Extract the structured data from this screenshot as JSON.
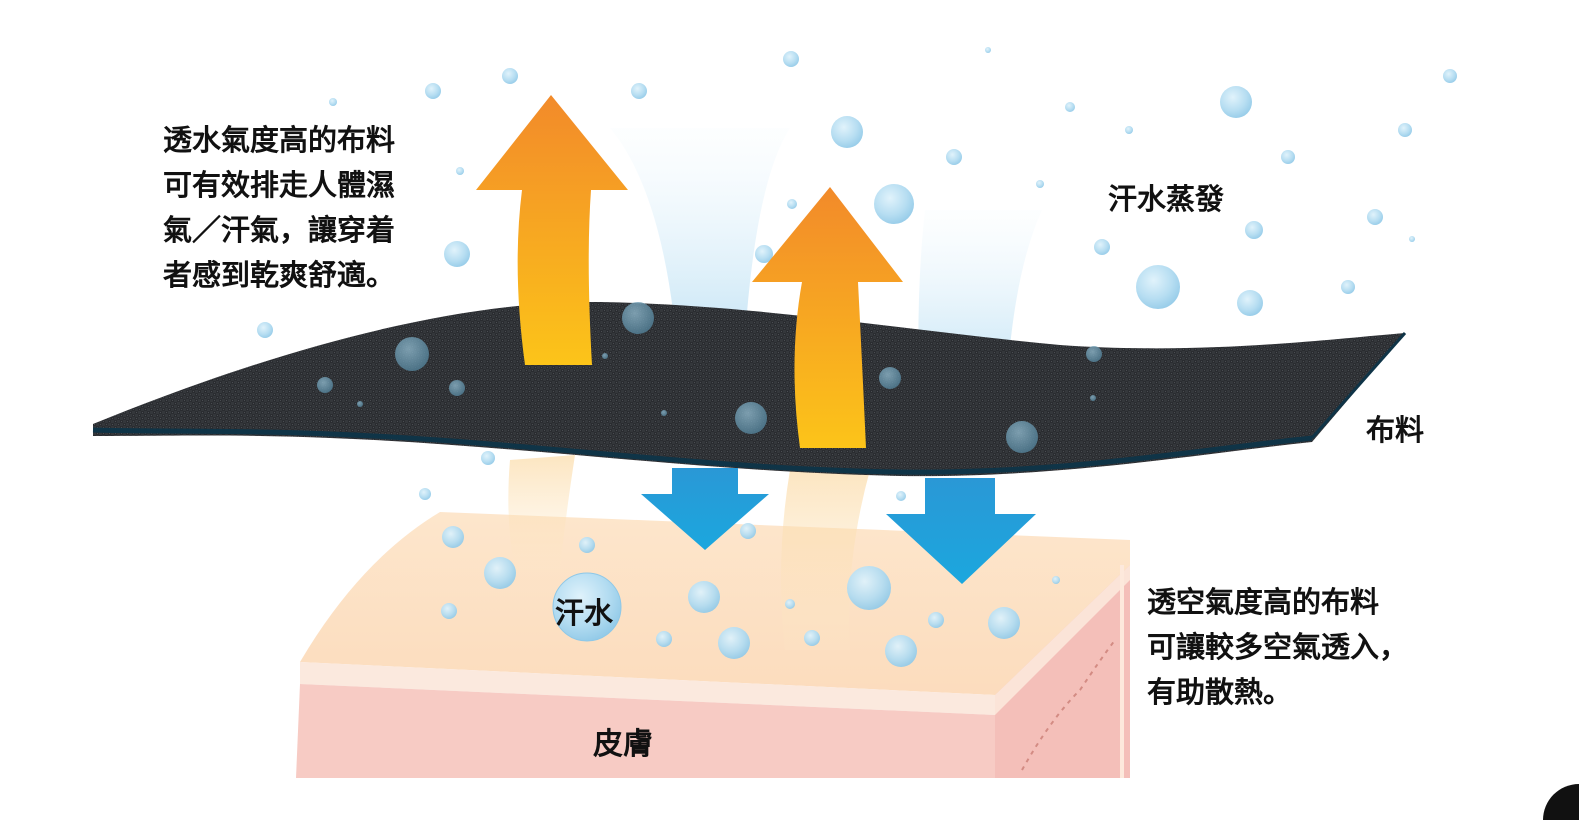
{
  "diagram": {
    "labels": {
      "evaporation": "汗水蒸發",
      "fabric": "布料",
      "sweat": "汗水",
      "skin": "皮膚"
    },
    "moisture_text": [
      "透水氣度高的布料",
      "可有效排走人體濕",
      "氣／汗氣，讓穿着",
      "者感到乾爽舒適。"
    ],
    "air_text": [
      "透空氣度高的布料",
      "可讓較多空氣透入，",
      "有助散熱。"
    ],
    "colors": {
      "fabric": "#2f3236",
      "fabric_edge": "#123244",
      "warm_arrow_top": "#f28a2a",
      "warm_arrow_bottom": "#fcc419",
      "cool_arrow": "#1ba7de",
      "bubble": "#a8d8ef",
      "skin_top": "#fde2c6",
      "skin_side": "#f6c9c3",
      "skin_band": "#fbe8dd"
    },
    "icons": {
      "warm_arrow": "orange-upward-arrow",
      "cool_arrow": "blue-downward-arrow",
      "vapor": "water-vapor-plume",
      "droplet": "bubble-droplet"
    }
  }
}
